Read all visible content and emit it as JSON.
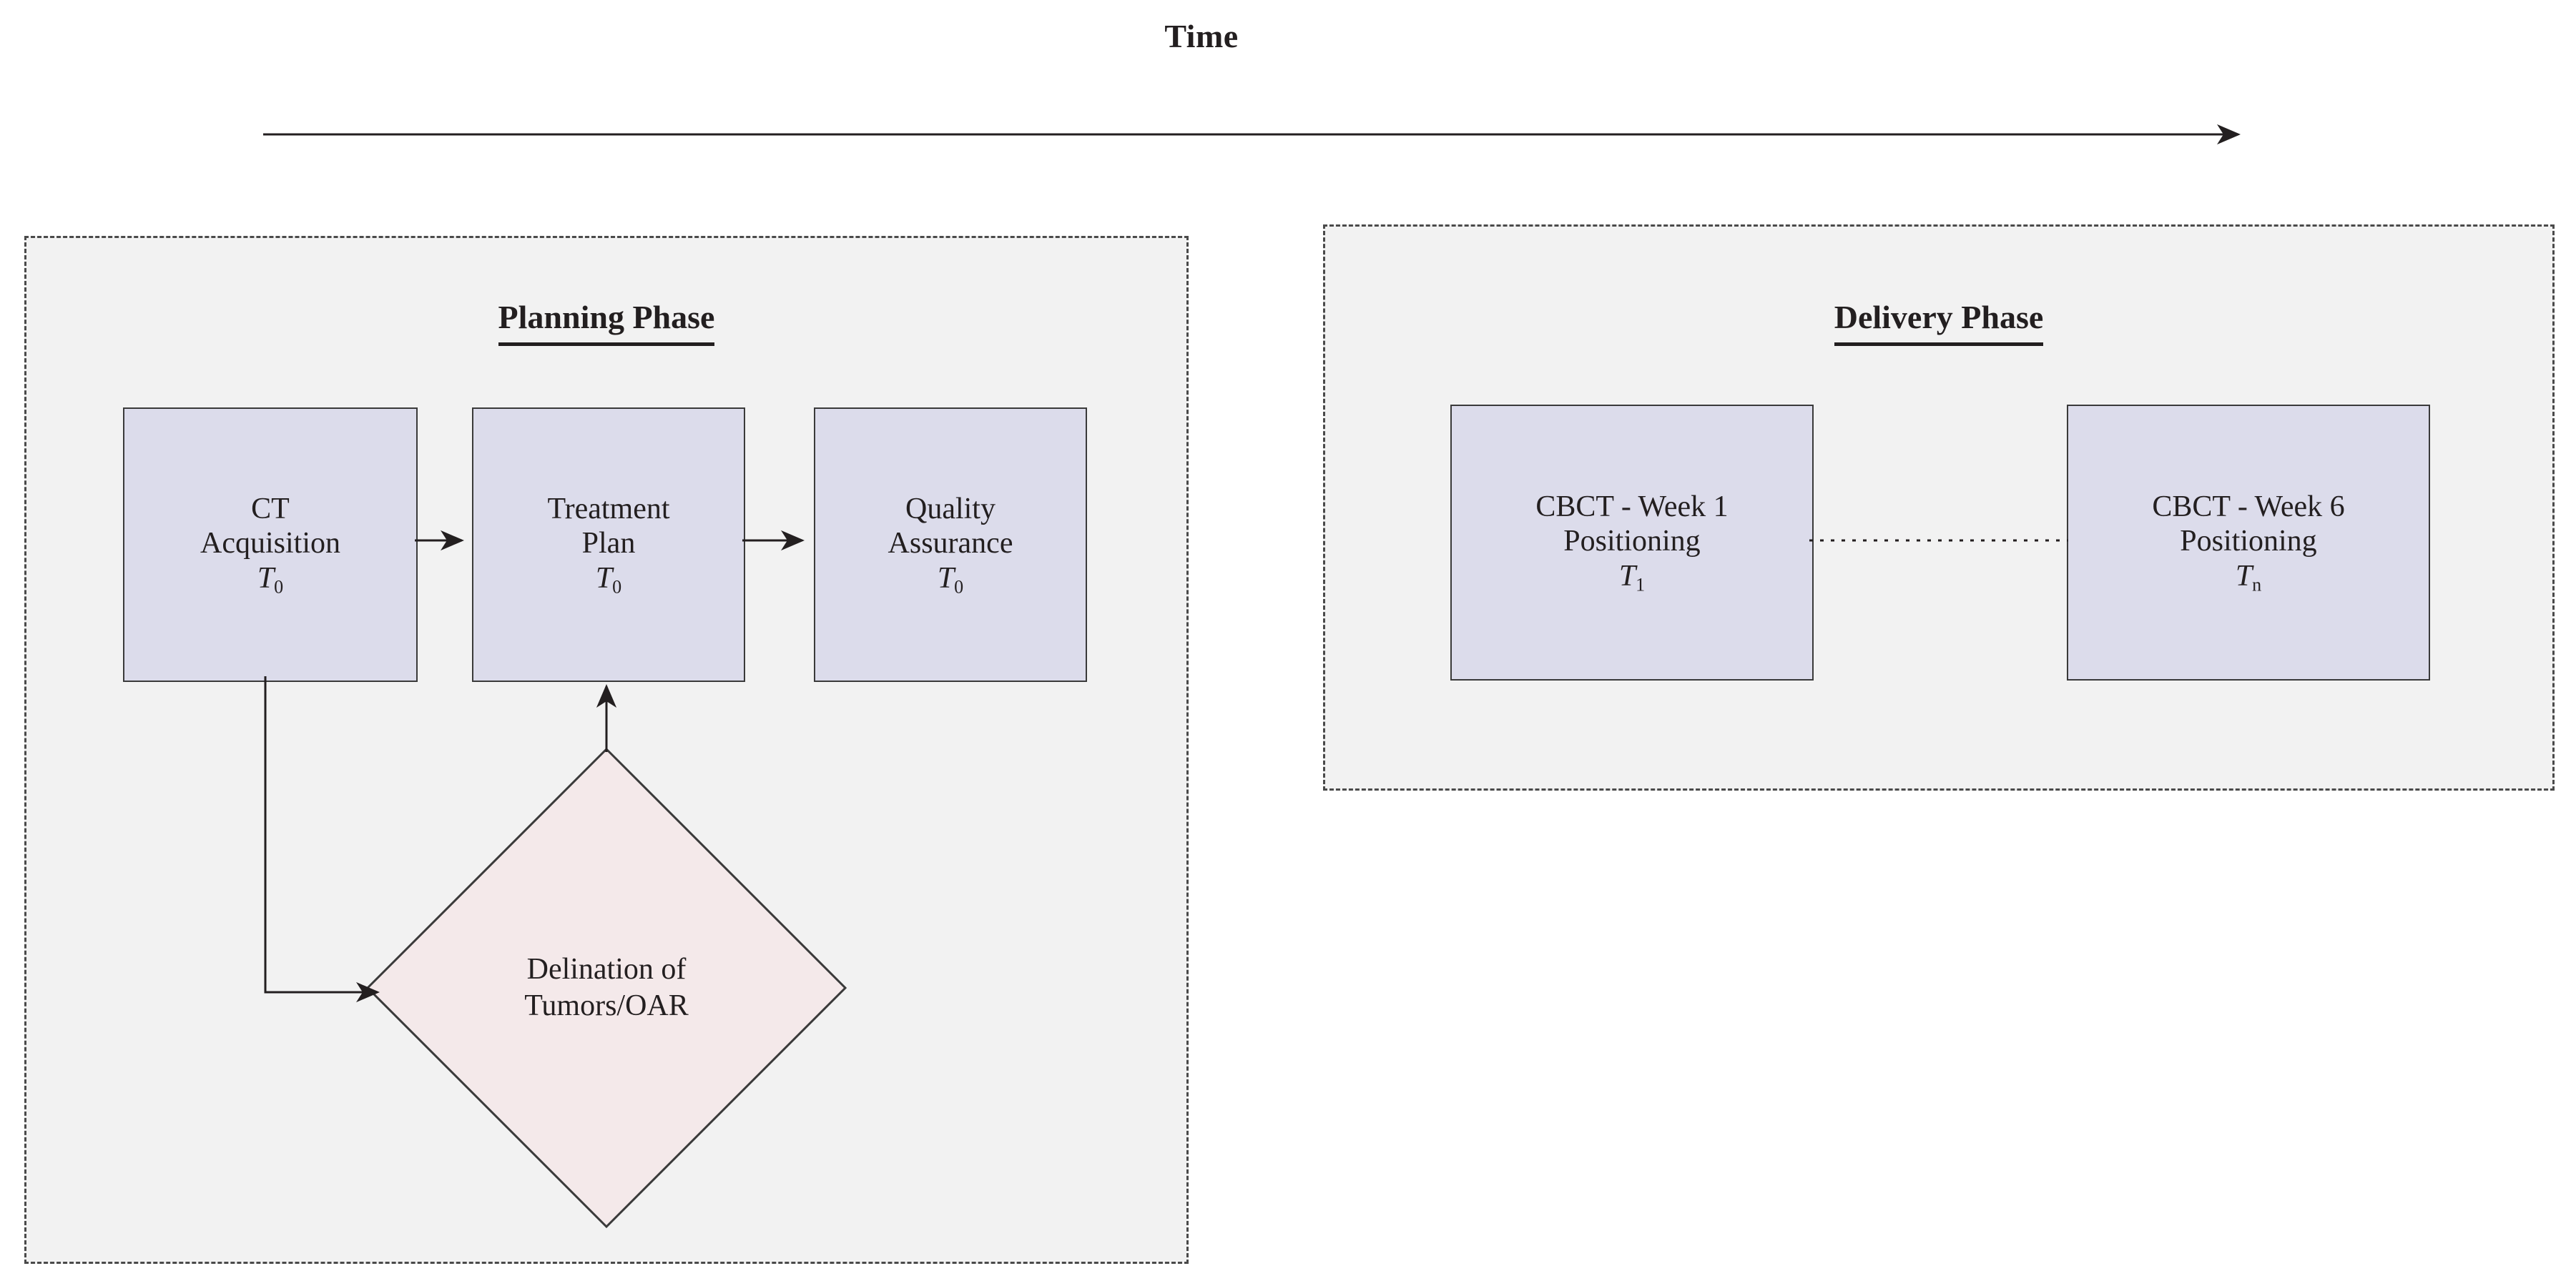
{
  "header": {
    "time_label": "Time",
    "axis_icon": "right-arrow-icon"
  },
  "colors": {
    "process_box_fill": "#dcdceb",
    "process_box_border": "#3a3a3a",
    "decision_fill": "#f4e9ea",
    "decision_border": "#3a3a3a",
    "phase_background": "#f2f2f2",
    "phase_border": "#4a4a4a",
    "text": "#231f20",
    "page_background": "#ffffff"
  },
  "phases": [
    {
      "id": "planning",
      "title": "Planning Phase",
      "nodes": [
        {
          "id": "ct",
          "type": "process",
          "lines": [
            "CT",
            "Acquisition"
          ],
          "time_symbol": "T",
          "time_index": "0"
        },
        {
          "id": "plan",
          "type": "process",
          "lines": [
            "Treatment",
            "Plan"
          ],
          "time_symbol": "T",
          "time_index": "0"
        },
        {
          "id": "qa",
          "type": "process",
          "lines": [
            "Quality",
            "Assurance"
          ],
          "time_symbol": "T",
          "time_index": "0"
        },
        {
          "id": "delination",
          "type": "decision",
          "lines": [
            "Delination of",
            "Tumors/OAR"
          ]
        }
      ]
    },
    {
      "id": "delivery",
      "title": "Delivery Phase",
      "nodes": [
        {
          "id": "cbct1",
          "type": "process",
          "lines": [
            "CBCT - Week 1",
            "Positioning"
          ],
          "time_symbol": "T",
          "time_index": "1"
        },
        {
          "id": "cbctn",
          "type": "process",
          "lines": [
            "CBCT - Week 6",
            "Positioning"
          ],
          "time_symbol": "T",
          "time_index": "n"
        }
      ]
    }
  ],
  "connectors": [
    {
      "id": "ct-to-plan",
      "from": "ct",
      "to": "plan",
      "style": "solid",
      "arrow": true
    },
    {
      "id": "plan-to-qa",
      "from": "plan",
      "to": "qa",
      "style": "solid",
      "arrow": true
    },
    {
      "id": "ct-to-delination",
      "from": "ct",
      "to": "delination",
      "style": "solid",
      "arrow": true
    },
    {
      "id": "delination-to-plan",
      "from": "delination",
      "to": "plan",
      "style": "solid",
      "arrow": true
    },
    {
      "id": "cbct1-to-cbctn",
      "from": "cbct1",
      "to": "cbctn",
      "style": "dotted",
      "arrow": false
    }
  ]
}
